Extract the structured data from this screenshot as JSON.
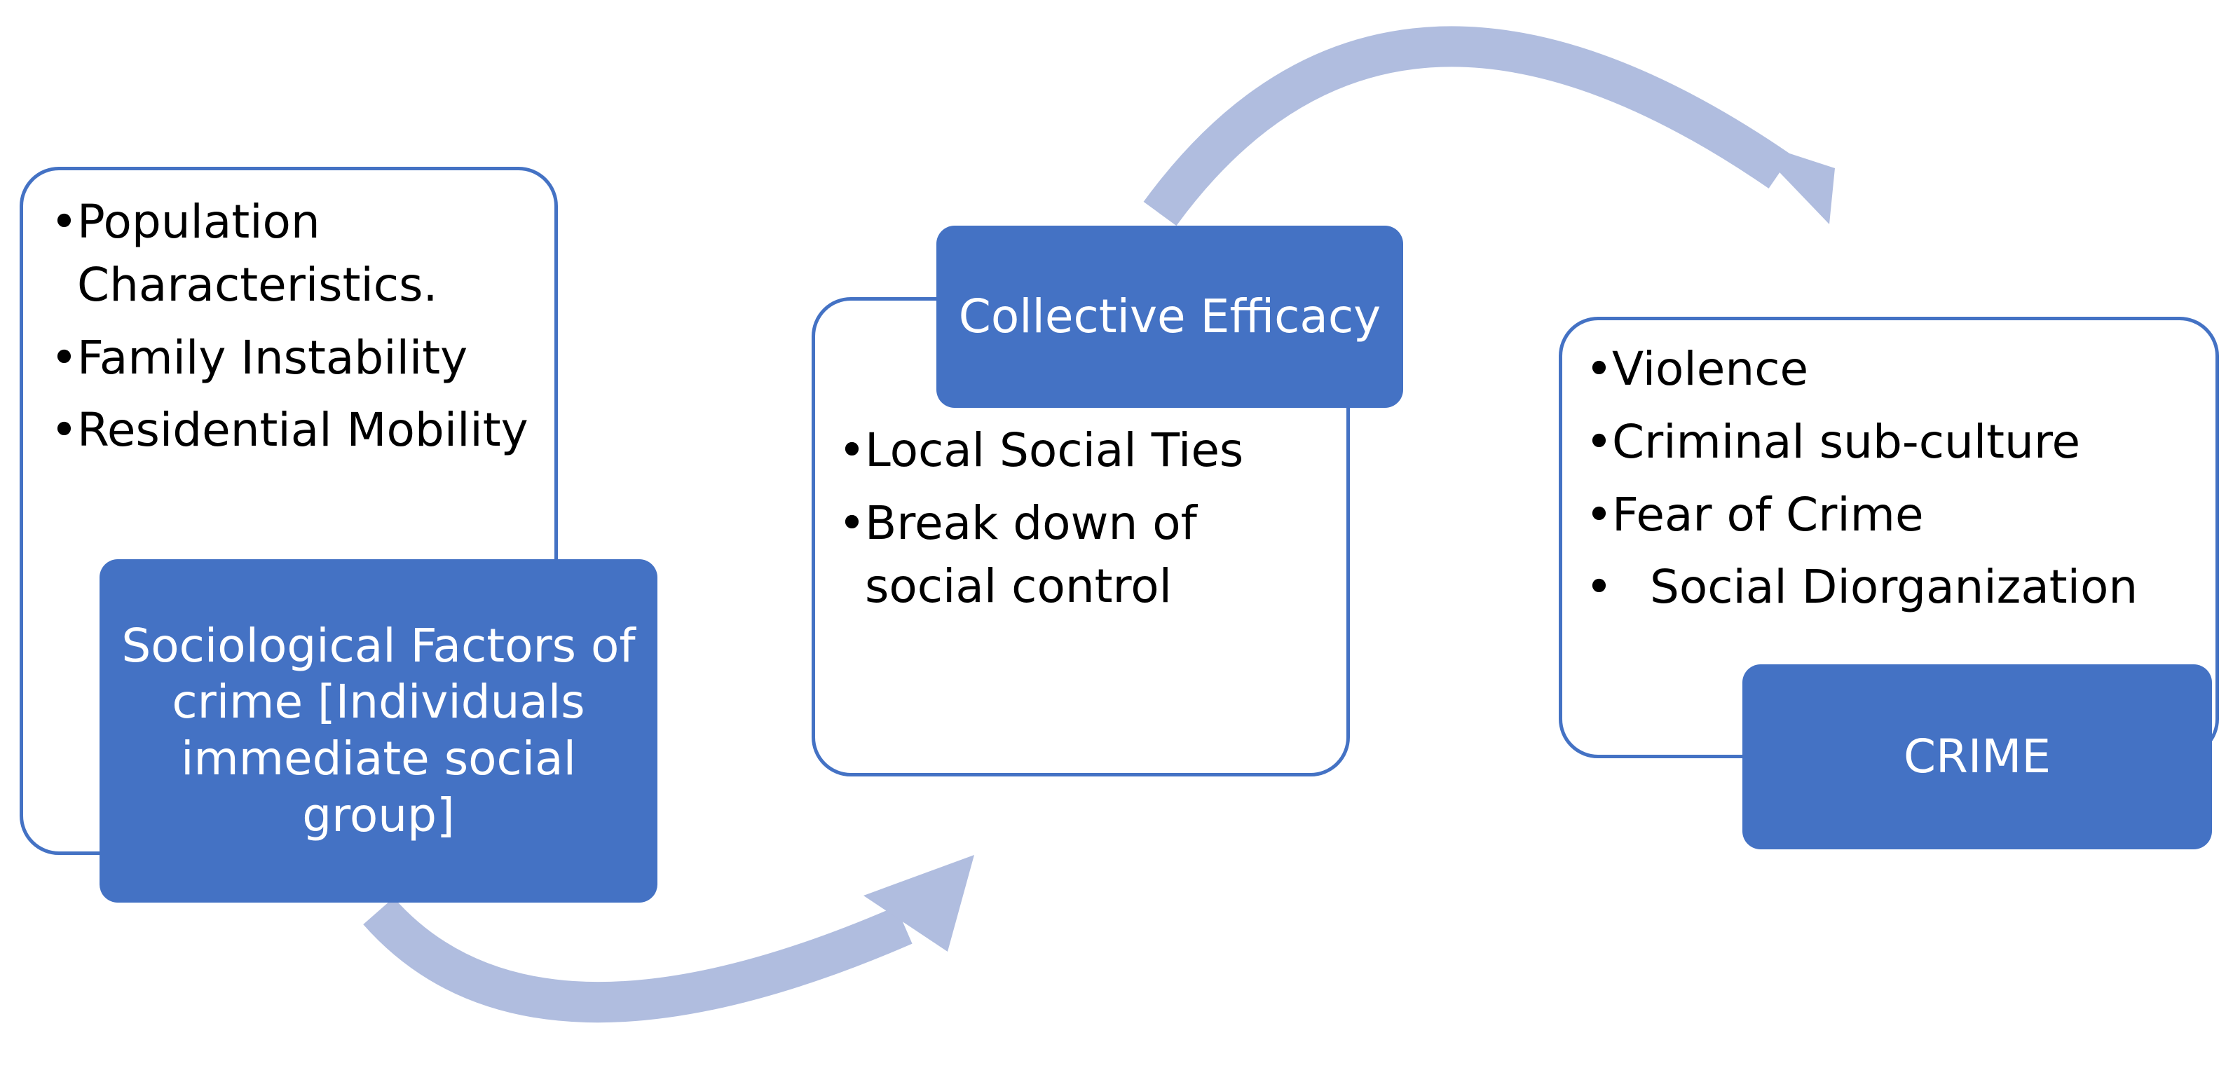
{
  "colors": {
    "box_fill": "#4472c4",
    "box_border": "#4472c4",
    "arrow": "#b0bddf",
    "label_text": "#ffffff",
    "bullet_text": "#000000"
  },
  "stages": [
    {
      "label": "Sociological Factors of crime [Individuals immediate social group]",
      "items": [
        "Population Characteristics.",
        "Family Instability",
        "Residential Mobility"
      ]
    },
    {
      "label": "Collective Efficacy",
      "items": [
        "Local Social Ties",
        "Break down of social control"
      ]
    },
    {
      "label": "CRIME",
      "items": [
        "Violence",
        "Criminal sub-culture",
        "Fear of Crime",
        "Social Diorganization"
      ]
    }
  ]
}
